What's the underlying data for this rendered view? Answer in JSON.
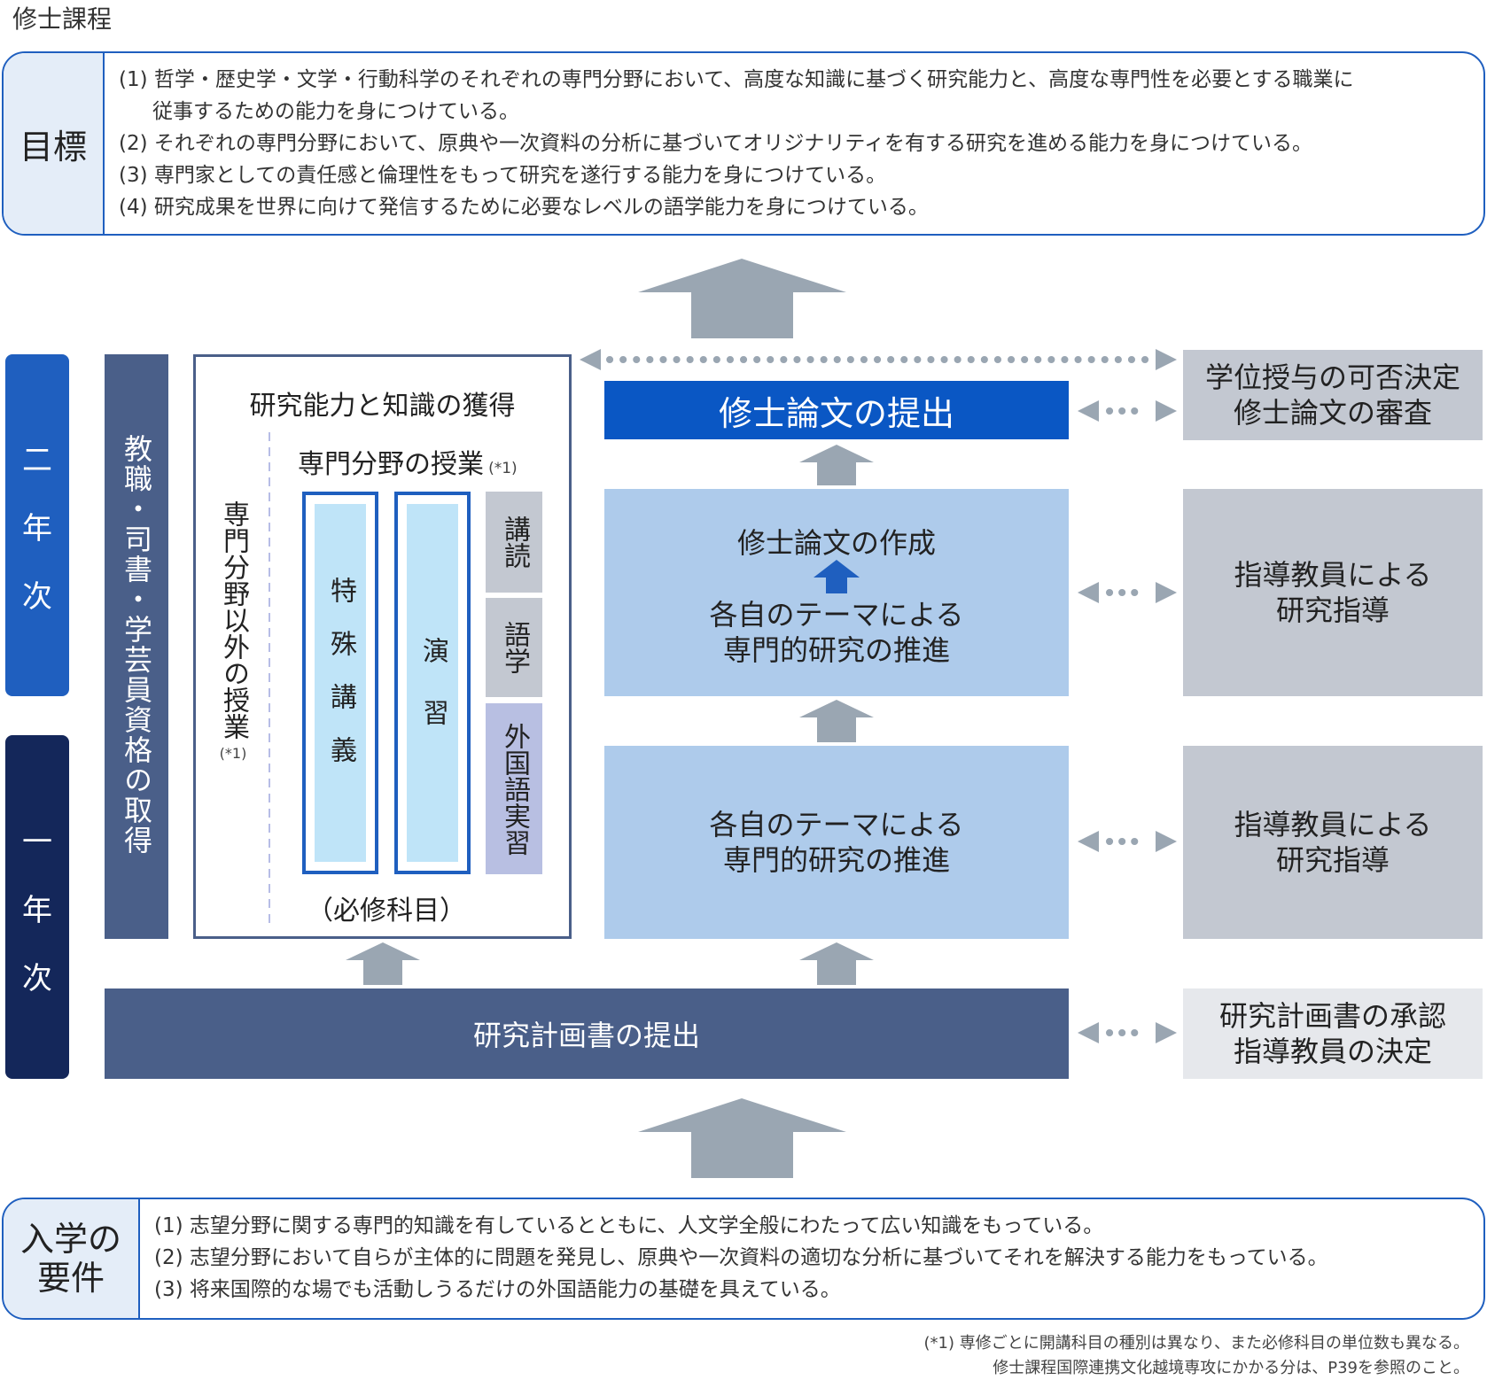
{
  "page_title": "修士課程",
  "goals": {
    "heading": "目標",
    "items": [
      {
        "num": "(1)",
        "text": "哲学・歴史学・文学・行動科学のそれぞれの専門分野において、高度な知識に基づく研究能力と、高度な専門性を必要とする職業に",
        "cont": "従事するための能力を身につけている。"
      },
      {
        "num": "(2)",
        "text": "それぞれの専門分野において、原典や一次資料の分析に基づいてオリジナリティを有する研究を進める能力を身につけている。"
      },
      {
        "num": "(3)",
        "text": "専門家としての責任感と倫理性をもって研究を遂行する能力を身につけている。"
      },
      {
        "num": "(4)",
        "text": "研究成果を世界に向けて発信するために必要なレベルの語学能力を身につけている。"
      }
    ]
  },
  "years": {
    "second": [
      "二",
      "年",
      "次"
    ],
    "first": [
      "一",
      "年",
      "次"
    ]
  },
  "teaching_license": "教職・司書・学芸員資格の取得",
  "research_ability": {
    "title": "研究能力と知識の獲得",
    "non_specialty": "専門分野以外の授業",
    "non_specialty_note": "(*1)",
    "specialty_title": "専門分野の授業",
    "specialty_note": "(*1)",
    "special_lecture": "特殊講義",
    "seminar": "演習",
    "reading": "講読",
    "language": "語学",
    "foreign_practice": "外国語実習",
    "required": "（必修科目）"
  },
  "flow": {
    "thesis_submit": "修士論文の提出",
    "thesis_writing": "修士論文の作成",
    "theme_research_line1": "各自のテーマによる",
    "theme_research_line2": "専門的研究の推進",
    "plan_submit": "研究計画書の提出"
  },
  "side": {
    "degree_line1": "学位授与の可否決定",
    "degree_line2": "修士論文の審査",
    "guidance_line1": "指導教員による",
    "guidance_line2": "研究指導",
    "approval_line1": "研究計画書の承認",
    "approval_line2": "指導教員の決定"
  },
  "admission": {
    "heading_line1": "入学の",
    "heading_line2": "要件",
    "items": [
      {
        "num": "(1)",
        "text": "志望分野に関する専門的知識を有しているとともに、人文学全般にわたって広い知識をもっている。"
      },
      {
        "num": "(2)",
        "text": "志望分野において自らが主体的に問題を発見し、原典や一次資料の適切な分析に基づいてそれを解決する能力をもっている。"
      },
      {
        "num": "(3)",
        "text": "将来国際的な場でも活動しうるだけの外国語能力の基礎を具えている。"
      }
    ]
  },
  "footnotes": {
    "line1": "(*1) 専修ごとに開講科目の種別は異なり、また必修科目の単位数も異なる。",
    "line2": "修士課程国際連携文化越境専攻にかかる分は、P39を参照のこと。"
  },
  "colors": {
    "accent_blue": "#1f5fbf",
    "thesis_blue": "#0a57c4",
    "dark_navy": "#14275a",
    "slate": "#4a5f89",
    "light_blue_box": "#aecbeb",
    "gray_box": "#c3c8d1",
    "arrow_gray": "#9aa6b2"
  }
}
